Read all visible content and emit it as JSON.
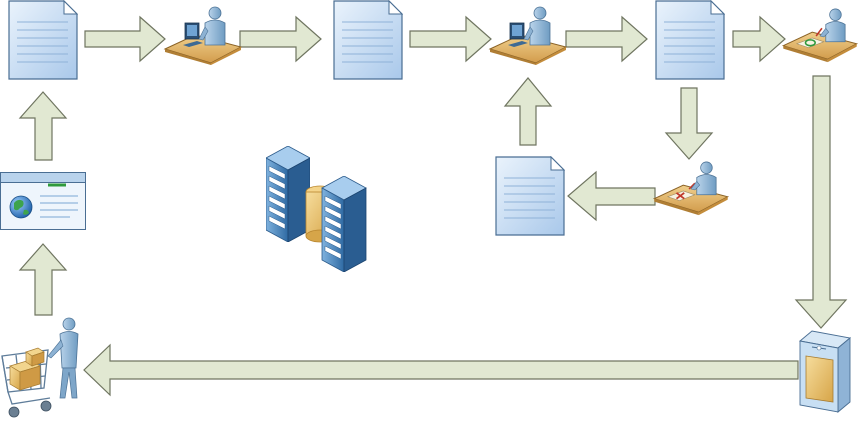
{
  "diagram": {
    "type": "process-flow",
    "nodes": [
      {
        "id": "doc-1",
        "icon": "document-icon"
      },
      {
        "id": "worker-1",
        "icon": "person-at-computer-desk-icon"
      },
      {
        "id": "doc-2",
        "icon": "document-icon"
      },
      {
        "id": "worker-2",
        "icon": "person-at-computer-desk-icon"
      },
      {
        "id": "doc-3",
        "icon": "document-icon"
      },
      {
        "id": "approver",
        "icon": "person-approving-at-desk-icon"
      },
      {
        "id": "rejecter",
        "icon": "person-rejecting-at-desk-icon"
      },
      {
        "id": "doc-4",
        "icon": "document-icon"
      },
      {
        "id": "web-page",
        "icon": "web-browser-globe-icon"
      },
      {
        "id": "servers",
        "icon": "server-racks-database-icon"
      },
      {
        "id": "package",
        "icon": "shipping-package-icon"
      },
      {
        "id": "shopper",
        "icon": "shopper-with-cart-icon"
      }
    ],
    "edges": [
      {
        "from": "doc-1",
        "to": "worker-1"
      },
      {
        "from": "worker-1",
        "to": "doc-2"
      },
      {
        "from": "doc-2",
        "to": "worker-2"
      },
      {
        "from": "worker-2",
        "to": "doc-3"
      },
      {
        "from": "doc-3",
        "to": "approver"
      },
      {
        "from": "doc-3",
        "to": "rejecter"
      },
      {
        "from": "rejecter",
        "to": "doc-4"
      },
      {
        "from": "doc-4",
        "to": "worker-2"
      },
      {
        "from": "approver",
        "to": "package"
      },
      {
        "from": "package",
        "to": "shopper"
      },
      {
        "from": "shopper",
        "to": "web-page"
      },
      {
        "from": "web-page",
        "to": "doc-1"
      }
    ],
    "colors": {
      "arrow_fill": "#e1e8d2",
      "arrow_stroke": "#6f7560",
      "doc_fill": "#c6dcf3",
      "desk": "#e2b56c",
      "person": "#8fb6d6",
      "server": "#4f88bd",
      "package": "#e6c06e"
    }
  }
}
